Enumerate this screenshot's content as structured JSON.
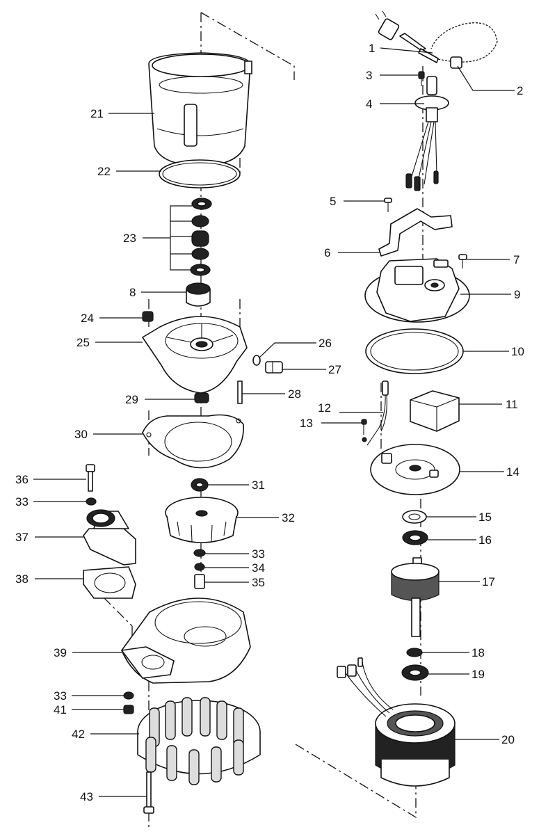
{
  "callouts": [
    {
      "id": "1",
      "text": "1"
    },
    {
      "id": "2",
      "text": "2"
    },
    {
      "id": "3",
      "text": "3"
    },
    {
      "id": "4",
      "text": "4"
    },
    {
      "id": "5",
      "text": "5"
    },
    {
      "id": "6",
      "text": "6"
    },
    {
      "id": "7",
      "text": "7"
    },
    {
      "id": "8",
      "text": "8"
    },
    {
      "id": "9",
      "text": "9"
    },
    {
      "id": "10",
      "text": "10"
    },
    {
      "id": "11",
      "text": "11"
    },
    {
      "id": "12",
      "text": "12"
    },
    {
      "id": "13",
      "text": "13"
    },
    {
      "id": "14",
      "text": "14"
    },
    {
      "id": "15",
      "text": "15"
    },
    {
      "id": "16",
      "text": "16"
    },
    {
      "id": "17",
      "text": "17"
    },
    {
      "id": "18",
      "text": "18"
    },
    {
      "id": "19",
      "text": "19"
    },
    {
      "id": "20",
      "text": "20"
    },
    {
      "id": "21",
      "text": "21"
    },
    {
      "id": "22",
      "text": "22"
    },
    {
      "id": "23",
      "text": "23"
    },
    {
      "id": "24",
      "text": "24"
    },
    {
      "id": "25",
      "text": "25"
    },
    {
      "id": "26",
      "text": "26"
    },
    {
      "id": "27",
      "text": "27"
    },
    {
      "id": "28",
      "text": "28"
    },
    {
      "id": "29",
      "text": "29"
    },
    {
      "id": "30",
      "text": "30"
    },
    {
      "id": "31",
      "text": "31"
    },
    {
      "id": "32",
      "text": "32"
    },
    {
      "id": "33a",
      "text": "33"
    },
    {
      "id": "33b",
      "text": "33"
    },
    {
      "id": "33c",
      "text": "33"
    },
    {
      "id": "34",
      "text": "34"
    },
    {
      "id": "35",
      "text": "35"
    },
    {
      "id": "36",
      "text": "36"
    },
    {
      "id": "37",
      "text": "37"
    },
    {
      "id": "38",
      "text": "38"
    },
    {
      "id": "39",
      "text": "39"
    },
    {
      "id": "41",
      "text": "41"
    },
    {
      "id": "42",
      "text": "42"
    },
    {
      "id": "43",
      "text": "43"
    }
  ]
}
